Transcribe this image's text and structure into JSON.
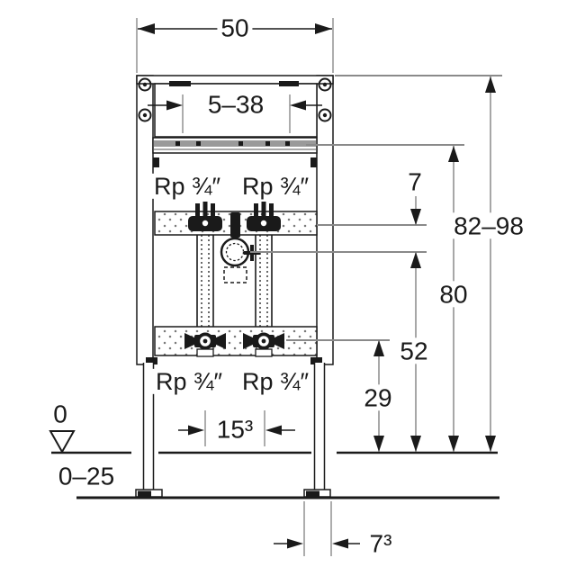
{
  "colors": {
    "line": "#1a1a1a",
    "gray": "#8a8a8a",
    "rail_fill": "#9a9a9a",
    "white": "#ffffff"
  },
  "dimensions": {
    "frame_width": "50",
    "panel_range": "5–38",
    "connection_offset": "7",
    "frame_height_range": "82–98",
    "rail_height": "80",
    "mixer_height": "52",
    "lower_connection_height": "29",
    "connection_spacing": "15³",
    "foot_depth": "7³",
    "floor_level": "0",
    "floor_buildup_range": "0–25"
  },
  "connections": {
    "upper_left": "Rp ¾″",
    "upper_right": "Rp ¾″",
    "lower_left": "Rp ¾″",
    "lower_right": "Rp ¾″"
  }
}
